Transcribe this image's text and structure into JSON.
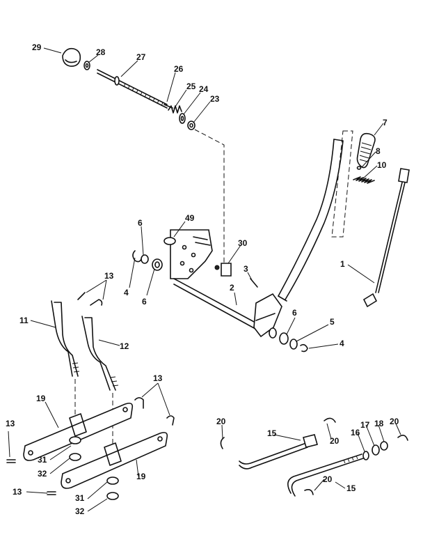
{
  "callouts": [
    {
      "id": "c29",
      "label": "29"
    },
    {
      "id": "c28",
      "label": "28"
    },
    {
      "id": "c27",
      "label": "27"
    },
    {
      "id": "c26",
      "label": "26"
    },
    {
      "id": "c25",
      "label": "25"
    },
    {
      "id": "c24",
      "label": "24"
    },
    {
      "id": "c23",
      "label": "23"
    },
    {
      "id": "c7",
      "label": "7"
    },
    {
      "id": "c8",
      "label": "8"
    },
    {
      "id": "c10",
      "label": "10"
    },
    {
      "id": "c1",
      "label": "1"
    },
    {
      "id": "c49",
      "label": "49"
    },
    {
      "id": "c6a",
      "label": "6"
    },
    {
      "id": "c30",
      "label": "30"
    },
    {
      "id": "c3",
      "label": "3"
    },
    {
      "id": "c4a",
      "label": "4"
    },
    {
      "id": "c6b",
      "label": "6"
    },
    {
      "id": "c2",
      "label": "2"
    },
    {
      "id": "c13a",
      "label": "13"
    },
    {
      "id": "c11",
      "label": "11"
    },
    {
      "id": "c12",
      "label": "12"
    },
    {
      "id": "c6c",
      "label": "6"
    },
    {
      "id": "c5",
      "label": "5"
    },
    {
      "id": "c4b",
      "label": "4"
    },
    {
      "id": "c13b",
      "label": "13"
    },
    {
      "id": "c19a",
      "label": "19"
    },
    {
      "id": "c13c",
      "label": "13"
    },
    {
      "id": "c31a",
      "label": "31"
    },
    {
      "id": "c32a",
      "label": "32"
    },
    {
      "id": "c19b",
      "label": "19"
    },
    {
      "id": "c13d",
      "label": "13"
    },
    {
      "id": "c31b",
      "label": "31"
    },
    {
      "id": "c32b",
      "label": "32"
    },
    {
      "id": "c20a",
      "label": "20"
    },
    {
      "id": "c15a",
      "label": "15"
    },
    {
      "id": "c20b",
      "label": "20"
    },
    {
      "id": "c16",
      "label": "16"
    },
    {
      "id": "c17",
      "label": "17"
    },
    {
      "id": "c18",
      "label": "18"
    },
    {
      "id": "c20c",
      "label": "20"
    },
    {
      "id": "c20d",
      "label": "20"
    },
    {
      "id": "c15b",
      "label": "15"
    }
  ]
}
